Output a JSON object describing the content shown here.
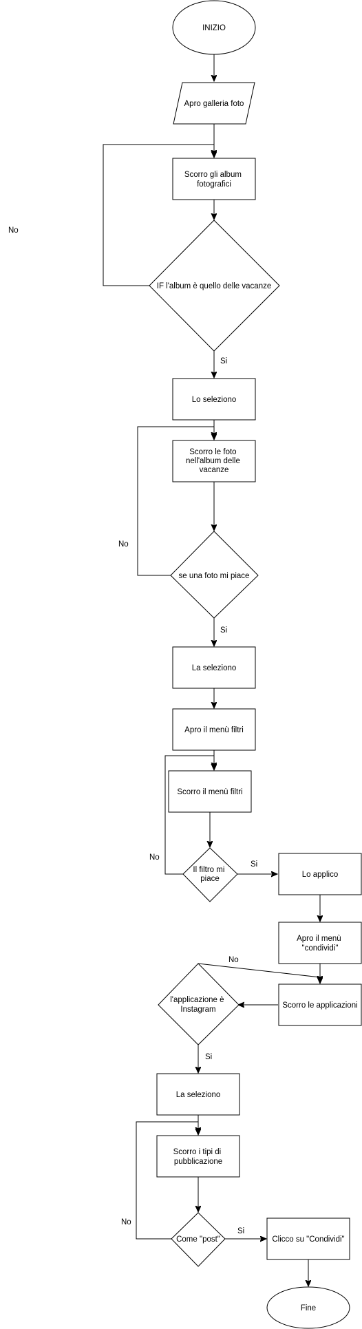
{
  "nodes": {
    "inizio": "INIZIO",
    "apro_galleria": "Apro galleria foto",
    "scorro_album": [
      "Scorro gli album",
      "fotografici"
    ],
    "if_album": "IF l'album è quello delle vacanze",
    "lo_seleziono": "Lo seleziono",
    "scorro_foto": [
      "Scorro le foto",
      "nell'album delle",
      "vacanze"
    ],
    "foto_piace": "se una foto mi piace",
    "la_seleziono_1": "La seleziono",
    "apro_filtri": "Apro il menù filtri",
    "scorro_filtri": "Scorro il menù filtri",
    "filtro_piace": [
      "Il filtro mi",
      "piace"
    ],
    "lo_applico": "Lo applico",
    "apro_condividi": [
      "Apro il menù",
      "\"condividi\""
    ],
    "scorro_app": "Scorro le applicazioni",
    "app_instagram": [
      "l'applicazione è",
      "Instagram"
    ],
    "la_seleziono_2": "La seleziono",
    "scorro_tipi": [
      "Scorro i tipi di",
      "pubblicazione"
    ],
    "come_post": "Come \"post\"",
    "clicco": "Clicco su \"Condividi\"",
    "fine": "Fine"
  },
  "edge_labels": {
    "no_album": "No",
    "si_album": "Si",
    "no_foto": "No",
    "si_foto": "Si",
    "no_filtro": "No",
    "si_filtro": "Si",
    "no_app": "No",
    "si_app": "Si",
    "no_post": "No",
    "si_post": "Si"
  }
}
